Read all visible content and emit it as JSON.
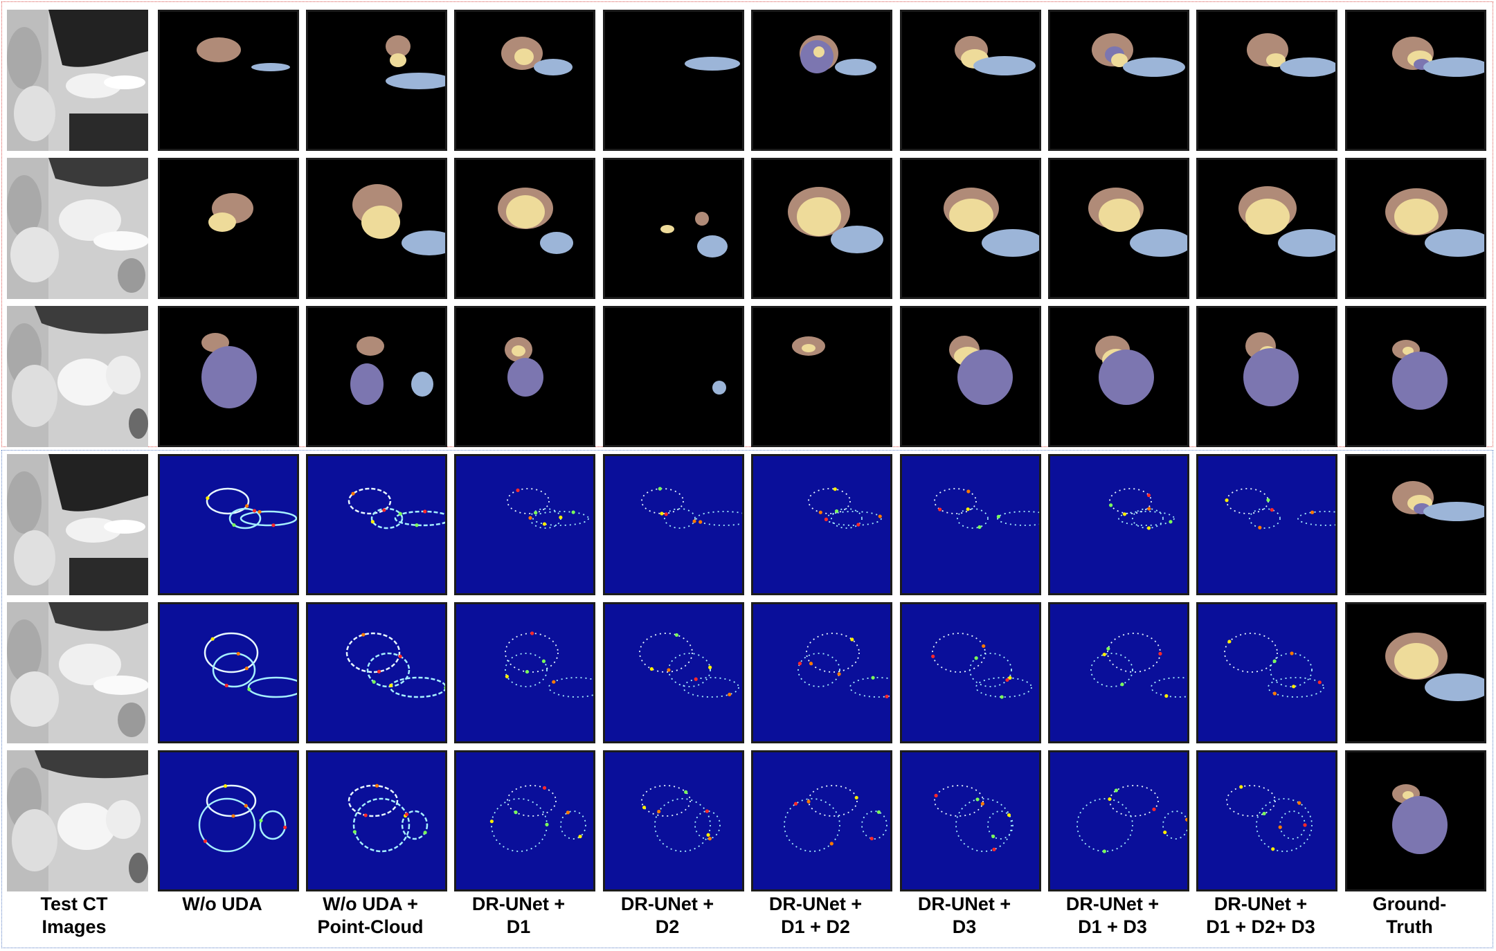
{
  "column_labels": [
    "Test CT\nImages",
    "W/o UDA",
    "W/o UDA +\nPoint-Cloud",
    "DR-UNet +\nD1",
    "DR-UNet +\nD2",
    "DR-UNet +\nD1 + D2",
    "DR-UNet +\nD3",
    "DR-UNet +\nD1 + D3",
    "DR-UNet +\nD1 + D2+ D3",
    "Ground-\nTruth"
  ],
  "colors": {
    "class_brown": "#b08b78",
    "class_yellow": "#eedb9a",
    "class_lightblue": "#9cb5d8",
    "class_purple": "#7c76b0",
    "error_map_background": "#0a0f9a",
    "segmentation_background": "#000000",
    "seg_section_border": "#d9534f",
    "err_section_border": "#5b7fc4"
  },
  "rows": [
    {
      "name": "segmentation-row-1",
      "panel_type": "segmentation"
    },
    {
      "name": "segmentation-row-2",
      "panel_type": "segmentation"
    },
    {
      "name": "segmentation-row-3",
      "panel_type": "segmentation"
    },
    {
      "name": "error-map-row-1",
      "panel_type": "error-map"
    },
    {
      "name": "error-map-row-2",
      "panel_type": "error-map"
    },
    {
      "name": "error-map-row-3",
      "panel_type": "error-map"
    }
  ]
}
